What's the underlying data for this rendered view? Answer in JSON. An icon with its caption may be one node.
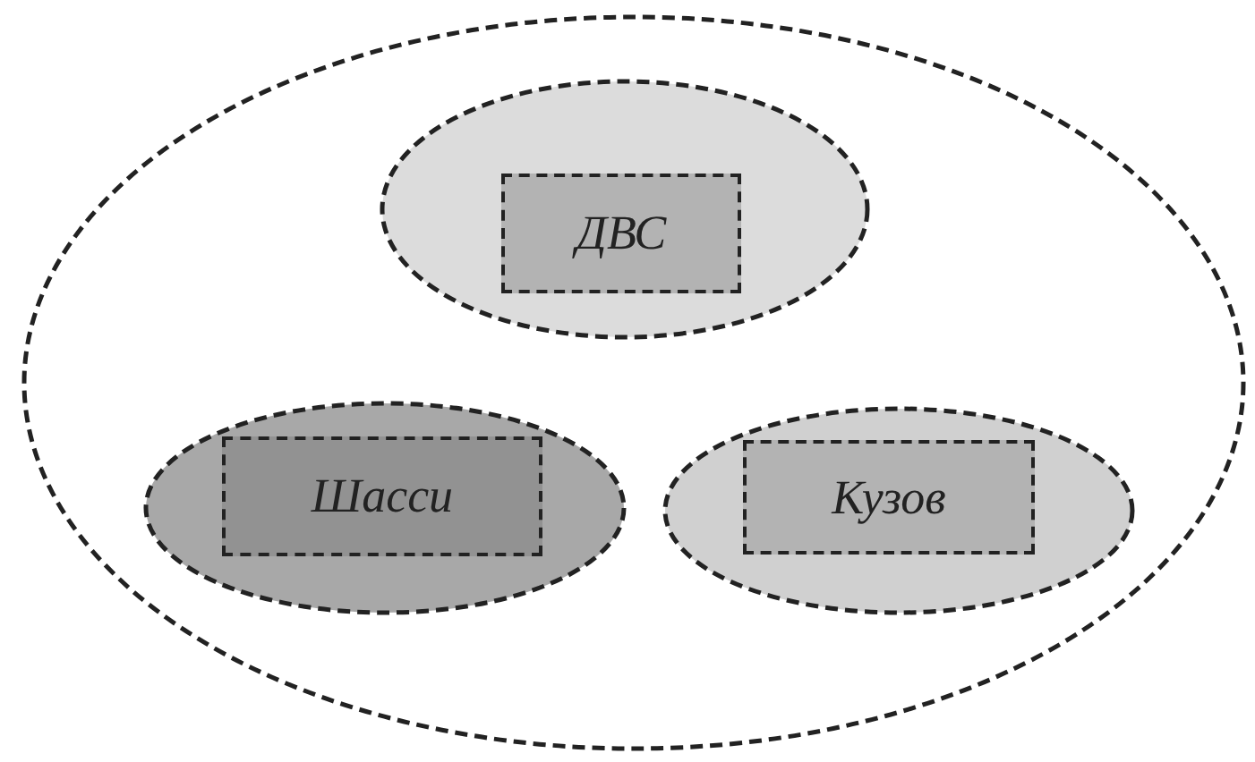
{
  "diagram": {
    "nodes": [
      {
        "text": [],
        "shape": "ellipse"
      },
      {
        "text": [],
        "shape": "ellipse",
        "in": 0
      },
      {
        "text": [
          "ДВС"
        ],
        "in": 1
      },
      {
        "text": [],
        "shape": "ellipse",
        "in": 0
      },
      {
        "text": [
          "Шасси"
        ],
        "in": 3
      },
      {
        "text": [],
        "shape": "ellipse",
        "in": 0
      },
      {
        "text": [
          "Кузов"
        ],
        "in": 5
      }
    ]
  }
}
